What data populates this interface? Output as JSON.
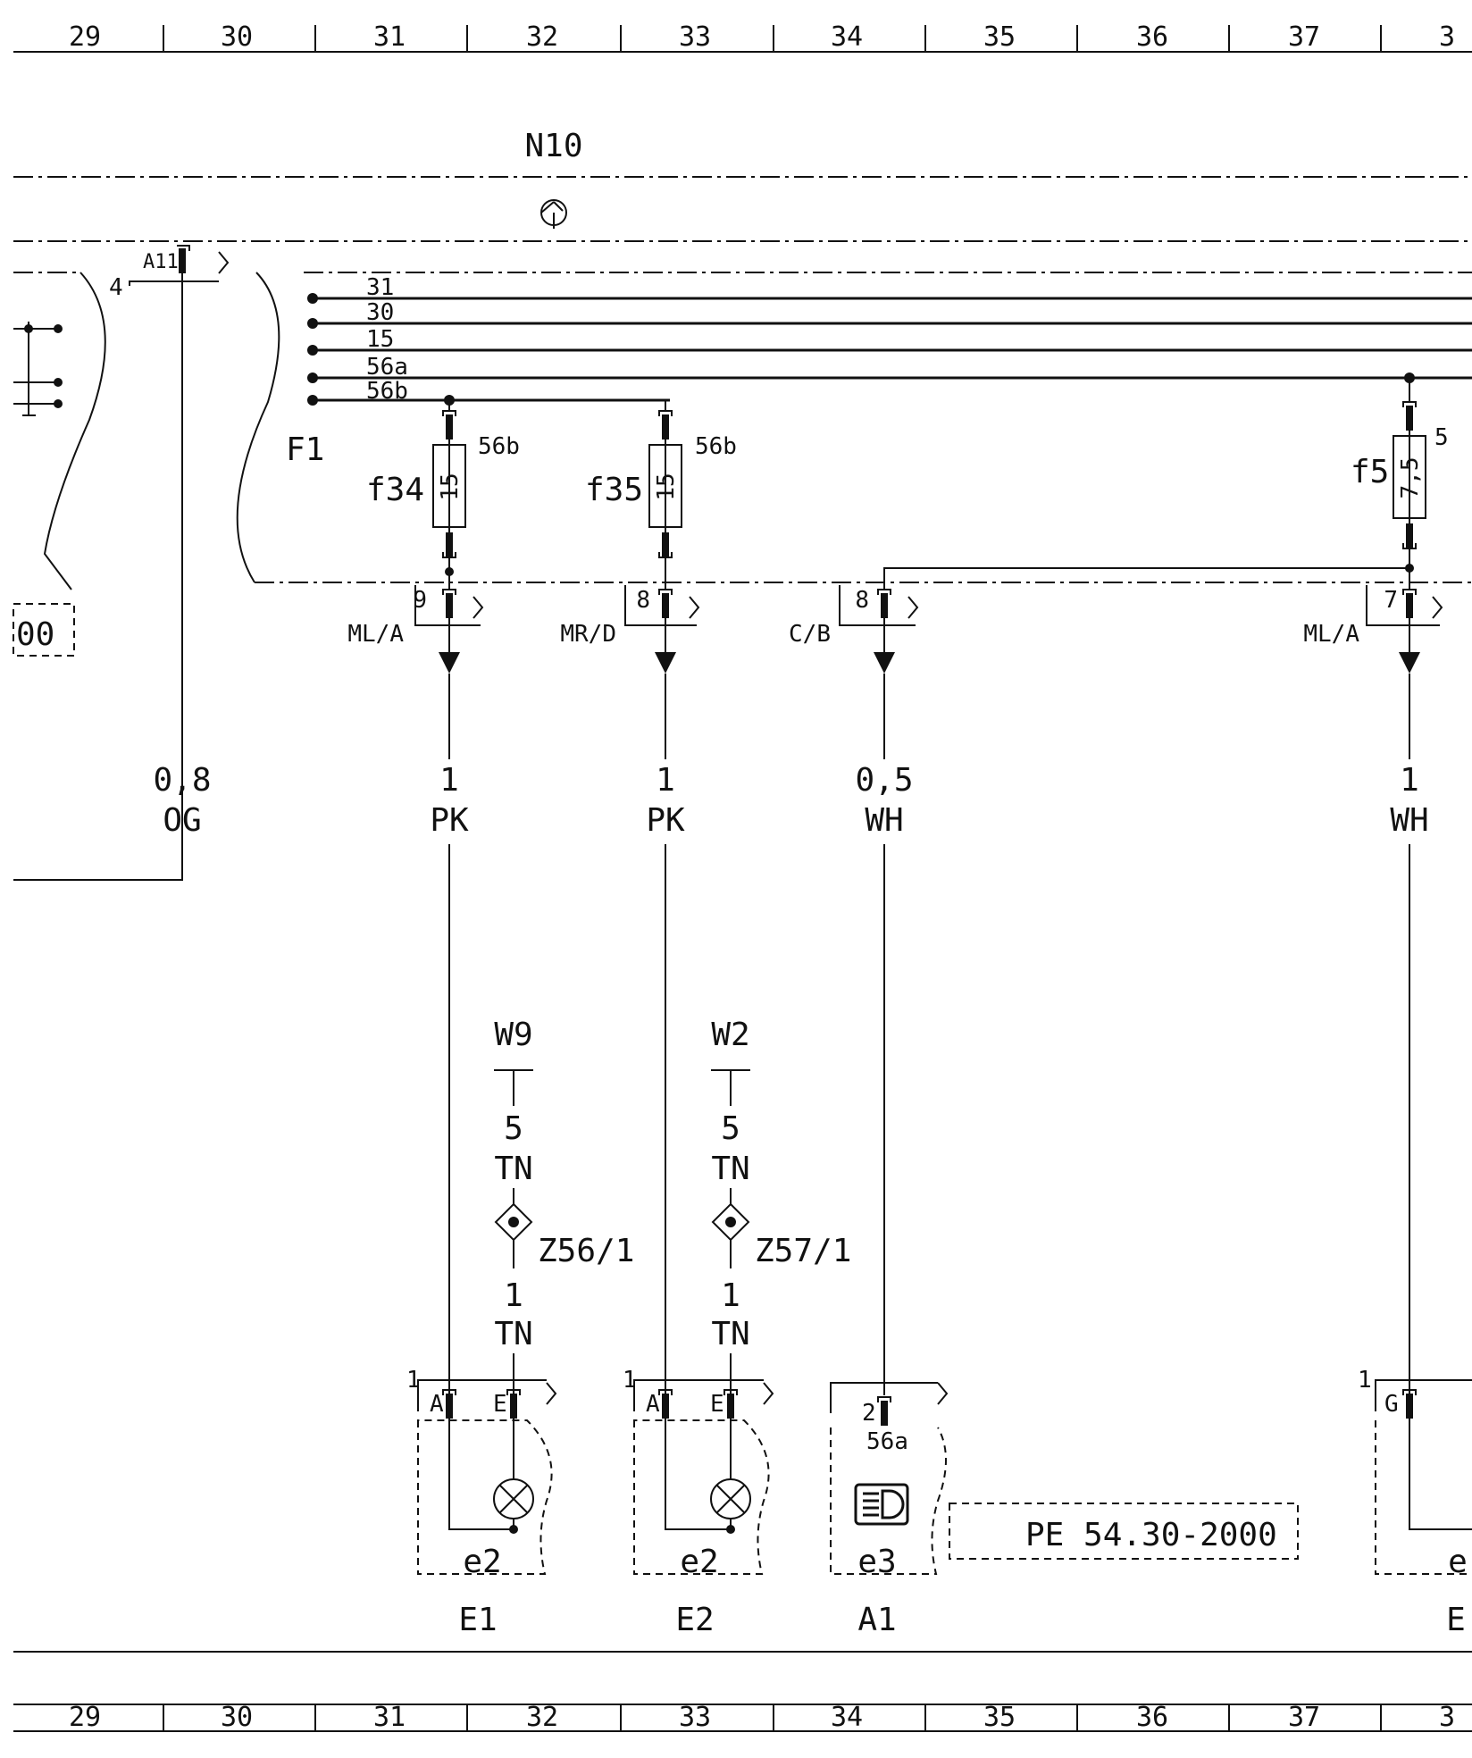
{
  "ruler": {
    "columns": [
      "29",
      "30",
      "31",
      "32",
      "33",
      "34",
      "35",
      "36",
      "37",
      "3"
    ]
  },
  "module": {
    "name": "N10"
  },
  "connector_a11": {
    "name": "A11",
    "pin": "4"
  },
  "fuse_block": {
    "name": "F1",
    "bus_labels": [
      "31",
      "30",
      "15",
      "56a",
      "56b"
    ]
  },
  "fuses": [
    {
      "name": "f34",
      "rating": "15",
      "terminal": "56b"
    },
    {
      "name": "f35",
      "rating": "15",
      "terminal": "56b"
    },
    {
      "name": "f5",
      "rating": "7,5",
      "terminal": "5"
    }
  ],
  "connectors": [
    {
      "name": "ML/A",
      "pin": "9"
    },
    {
      "name": "MR/D",
      "pin": "8"
    },
    {
      "name": "C/B",
      "pin": "8"
    },
    {
      "name": "ML/A",
      "pin": "7"
    }
  ],
  "box_left_label": "00",
  "wires": [
    {
      "size": "0,8",
      "color": "OG"
    },
    {
      "size": "1",
      "color": "PK"
    },
    {
      "size": "1",
      "color": "PK"
    },
    {
      "size": "0,5",
      "color": "WH"
    },
    {
      "size": "1",
      "color": "WH"
    }
  ],
  "ground_branches": [
    {
      "ground": "W9",
      "upper_size": "5",
      "upper_color": "TN",
      "splice": "Z56/1",
      "lower_size": "1",
      "lower_color": "TN"
    },
    {
      "ground": "W2",
      "upper_size": "5",
      "upper_color": "TN",
      "splice": "Z57/1",
      "lower_size": "1",
      "lower_color": "TN"
    }
  ],
  "components": [
    {
      "name": "E1",
      "sub": "e2",
      "conn": "1",
      "pin_a": "A",
      "pin_b": "E"
    },
    {
      "name": "E2",
      "sub": "e2",
      "conn": "1",
      "pin_a": "A",
      "pin_b": "E"
    },
    {
      "name": "A1",
      "sub": "e3",
      "pin": "2",
      "terminal": "56a"
    },
    {
      "name": "E",
      "sub": "e",
      "conn": "1",
      "pin_a": "G"
    }
  ],
  "reference": {
    "text": "PE 54.30-2000"
  }
}
